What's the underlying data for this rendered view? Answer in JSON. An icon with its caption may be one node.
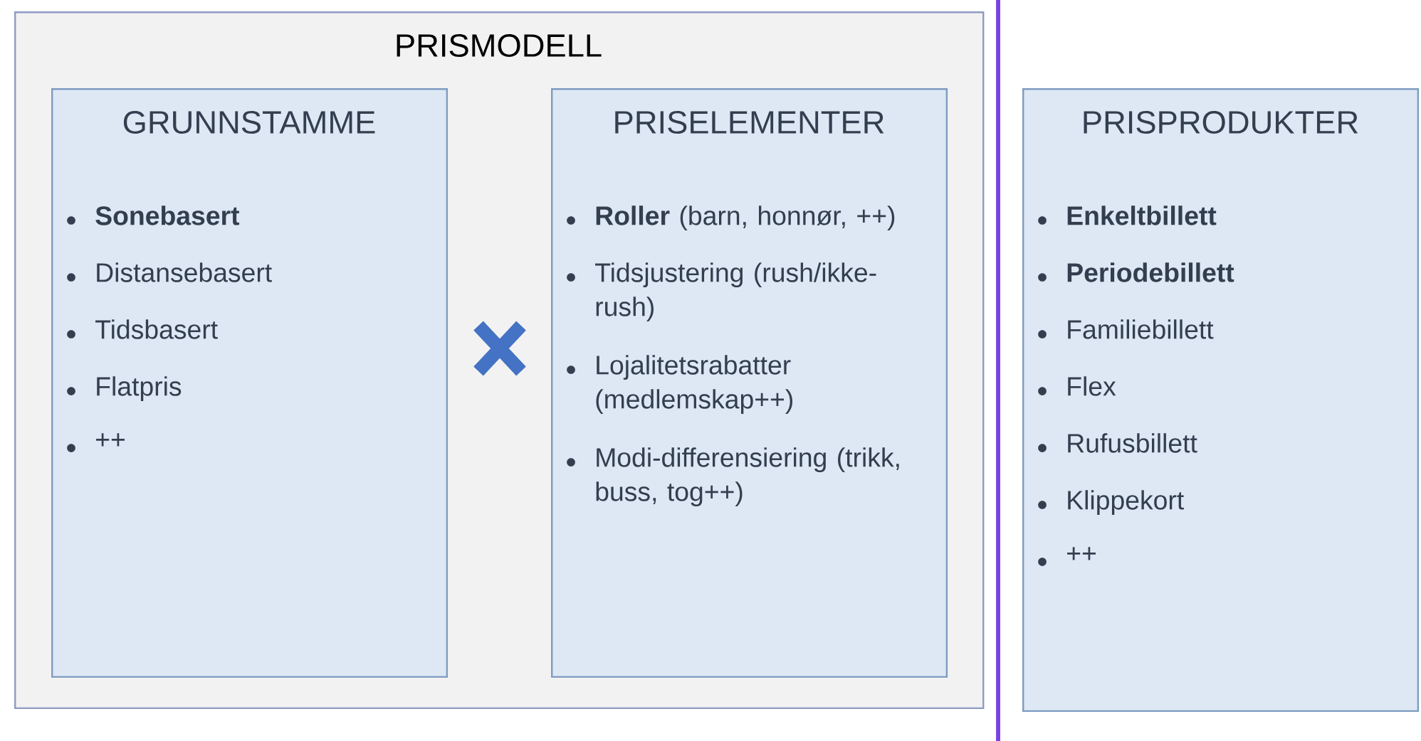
{
  "diagram": {
    "nodes": [
      {
        "text": [
          "PRISMODELL"
        ]
      },
      {
        "text": [
          "GRUNNSTAMME",
          "Sonebasert",
          "Distansebasert",
          "Tidsbasert",
          "Flatpris",
          "++"
        ],
        "in": 0
      },
      {
        "text": [
          "PRISELEMENTER",
          "**Roller** (barn, honnør, ++)",
          "Tidsjustering (rush/ikke-rush)",
          "Lojalitetsrabatter (medlemskap++)",
          "Modi-differensiering (trikk, buss, tog++)"
        ],
        "in": 0
      },
      {
        "text": [
          "PRISPRODUKTER",
          "Enkeltbillett",
          "Periodebillett",
          "Familiebillett",
          "Flex",
          "Rufusbillett",
          "Klippekort",
          "++"
        ]
      }
    ]
  }
}
